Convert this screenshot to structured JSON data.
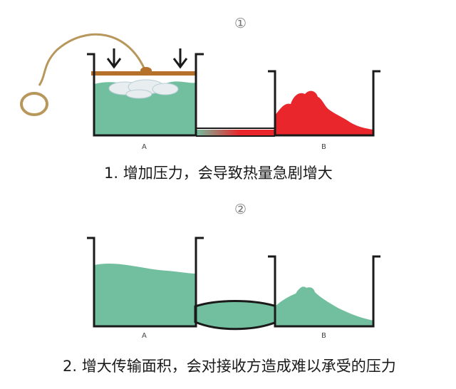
{
  "panel1": {
    "number": "①",
    "tank_a_label": "A",
    "tank_b_label": "B",
    "caption": "1. 增加压力，会导致热量急剧增大"
  },
  "panel2": {
    "number": "②",
    "tank_a_label": "A",
    "tank_b_label": "B",
    "caption": "2. 增大传输面积，会对接收方造成难以承受的压力"
  },
  "colors": {
    "water": "#72bfa0",
    "hot": "#e8262c",
    "outline": "#1a1a1a",
    "piston": "#b5702a",
    "rope": "#b8975c",
    "foam": "#e8eef0"
  }
}
